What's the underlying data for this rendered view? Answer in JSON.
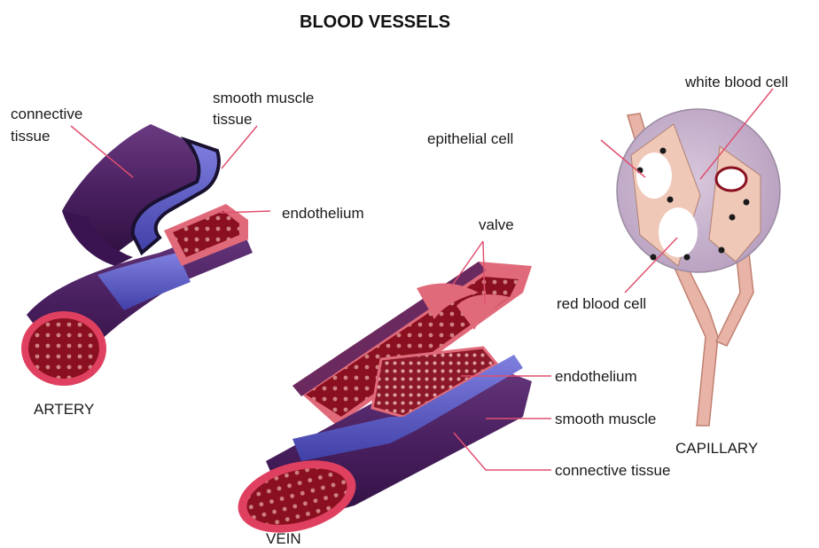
{
  "title": "BLOOD VESSELS",
  "artery": {
    "caption": "ARTERY",
    "labels": {
      "connective_tissue_line1": "connective",
      "connective_tissue_line2": "tissue",
      "smooth_muscle_line1": "smooth muscle",
      "smooth_muscle_line2": "tissue",
      "endothelium": "endothelium"
    }
  },
  "vein": {
    "caption": "VEIN",
    "labels": {
      "valve": "valve",
      "endothelium": "endothelium",
      "smooth_muscle": "smooth muscle",
      "connective_tissue": "connective tissue"
    }
  },
  "capillary": {
    "caption": "CAPILLARY",
    "labels": {
      "white_blood_cell": "white blood cell",
      "epithelial_cell": "epithelial cell",
      "red_blood_cell": "red blood cell"
    }
  },
  "colors": {
    "connective_tissue": "#4a2060",
    "smooth_muscle": "#5a5ac0",
    "endothelium_wall": "#e06a7a",
    "blood": "#8a1020",
    "leader_line": "#e05070",
    "capillary_circle": "#c4b0cc",
    "capillary_tube": "#e8b4a8"
  }
}
